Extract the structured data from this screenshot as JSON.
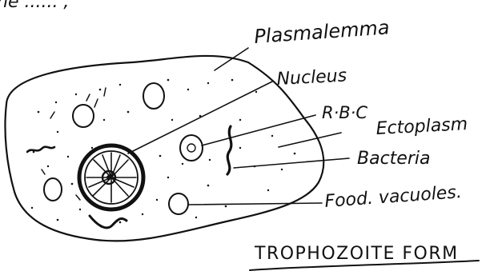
{
  "top_fragment": "he  ...... ;",
  "labels": {
    "plasmalemma": "Plasmalemma",
    "nucleus": "Nucleus",
    "rbc": "R·B·C",
    "ectoplasm": "Ectoplasm",
    "bacteria": "Bacteria",
    "food_vacuoles": "Food. vacuoles."
  },
  "title": "TROPHOZOITE FORM",
  "colors": {
    "ink": "#111111",
    "paper": "#ffffff"
  }
}
